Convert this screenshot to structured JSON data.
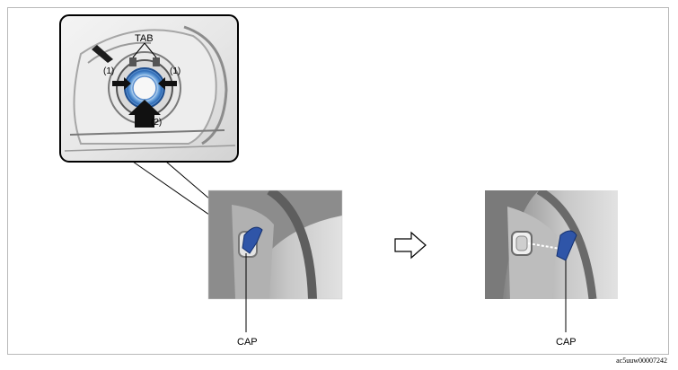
{
  "labels": {
    "tab": "TAB",
    "tab_side_left": "(1)",
    "tab_side_right": "(1)",
    "push": "(2)",
    "cap_left": "CAP",
    "cap_right": "CAP"
  },
  "figure_code": "ac5uuw00007242",
  "colors": {
    "cap_blue": "#2f55a8",
    "ring_blue": "#3f7fc8",
    "frame_border": "#b9b9b9"
  }
}
